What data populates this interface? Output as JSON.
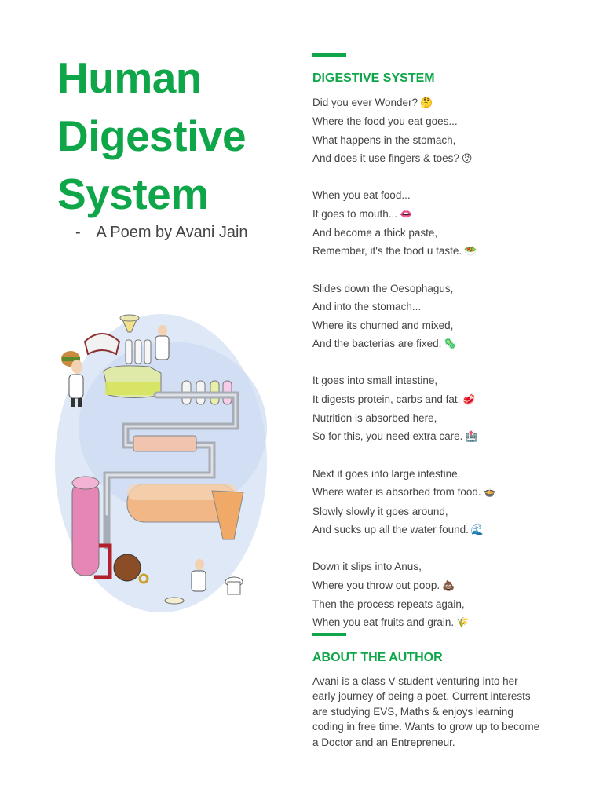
{
  "title": {
    "line1": "Human",
    "line2": "Digestive",
    "line3": "System"
  },
  "subtitle": {
    "dash": "-",
    "text": "A Poem by Avani Jain"
  },
  "poem_section": {
    "heading": "DIGESTIVE SYSTEM",
    "stanzas": [
      {
        "lines": [
          {
            "text": "Did you ever Wonder?",
            "emoji": "🤔"
          },
          {
            "text": "Where the food you eat goes...",
            "emoji": ""
          },
          {
            "text": "What happens in the stomach,",
            "emoji": ""
          },
          {
            "text": "And does it use fingers & toes?",
            "emoji": "😝"
          }
        ]
      },
      {
        "lines": [
          {
            "text": "When you eat food...",
            "emoji": ""
          },
          {
            "text": "It goes to mouth...",
            "emoji": "👄"
          },
          {
            "text": "And become a thick paste,",
            "emoji": ""
          },
          {
            "text": "Remember, it's the food u taste.",
            "emoji": "🥗"
          }
        ]
      },
      {
        "lines": [
          {
            "text": "Slides down the Oesophagus,",
            "emoji": ""
          },
          {
            "text": "And into the stomach...",
            "emoji": ""
          },
          {
            "text": "Where its churned and mixed,",
            "emoji": ""
          },
          {
            "text": "And the bacterias are fixed.",
            "emoji": "🦠"
          }
        ]
      },
      {
        "lines": [
          {
            "text": "It goes into small intestine,",
            "emoji": ""
          },
          {
            "text": "It digests protein, carbs and fat.",
            "emoji": "🥩"
          },
          {
            "text": "Nutrition is absorbed here,",
            "emoji": ""
          },
          {
            "text": "So for this, you need extra care.",
            "emoji": "🏥"
          }
        ]
      },
      {
        "lines": [
          {
            "text": "Next it goes into large intestine,",
            "emoji": ""
          },
          {
            "text": "Where water is absorbed from food.",
            "emoji": "🍲"
          },
          {
            "text": "Slowly slowly it goes around,",
            "emoji": ""
          },
          {
            "text": "And sucks up all the water found.",
            "emoji": "🌊"
          }
        ]
      },
      {
        "lines": [
          {
            "text": "Down it slips into Anus,",
            "emoji": ""
          },
          {
            "text": "Where you throw out poop.",
            "emoji": "💩"
          },
          {
            "text": "Then the process repeats again,",
            "emoji": ""
          },
          {
            "text": "When you eat fruits and grain.",
            "emoji": "🌾"
          }
        ]
      }
    ]
  },
  "author_section": {
    "heading": "ABOUT THE AUTHOR",
    "body": "Avani is a class V student venturing into her early journey of being a poet. Current interests are studying EVS, Maths & enjoys learning coding in free time. Wants to grow up to become a Doctor and an Entrepreneur."
  },
  "colors": {
    "accent": "#0fa64a",
    "text": "#444444",
    "background": "#ffffff"
  }
}
